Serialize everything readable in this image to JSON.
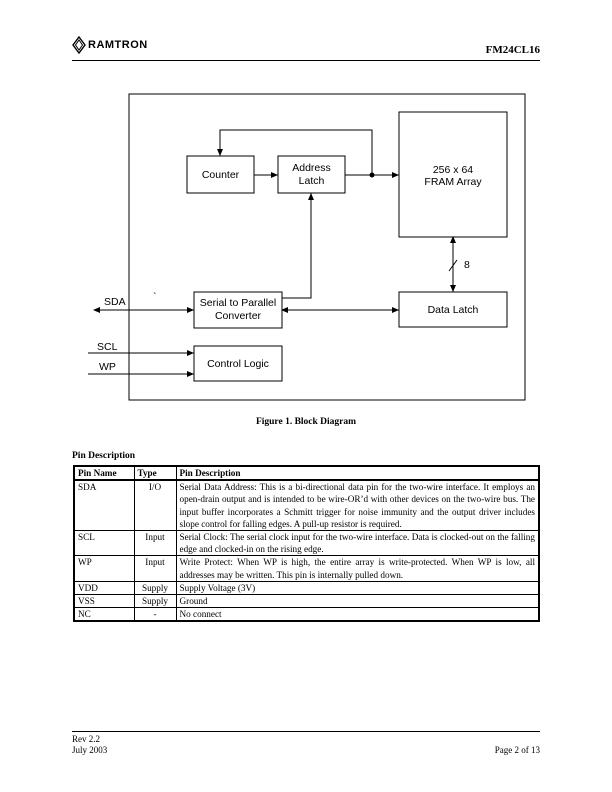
{
  "header": {
    "logo_text": "RAMTRON",
    "part_number": "FM24CL16"
  },
  "diagram": {
    "blocks": {
      "counter": "Counter",
      "address_latch_line1": "Address",
      "address_latch_line2": "Latch",
      "fram_line1": "256 x 64",
      "fram_line2": "FRAM Array",
      "s2p_line1": "Serial to Parallel",
      "s2p_line2": "Converter",
      "data_latch": "Data Latch",
      "control_logic": "Control Logic"
    },
    "signals": {
      "sda": "SDA",
      "scl": "SCL",
      "wp": "WP",
      "bus_width": "8",
      "stray_mark": "`"
    }
  },
  "figure_caption": "Figure 1. Block Diagram",
  "pin_section": {
    "heading": "Pin Description",
    "columns": [
      "Pin Name",
      "Type",
      "Pin Description"
    ],
    "rows": [
      {
        "name": "SDA",
        "type": "I/O",
        "desc": "Serial Data Address: This is a bi-directional data pin for the two-wire interface. It employs an open-drain output and is intended to be wire-OR’d with other devices on the two-wire bus. The input buffer incorporates a Schmitt trigger for noise immunity and the output driver includes slope control for falling edges. A pull-up resistor is required."
      },
      {
        "name": "SCL",
        "type": "Input",
        "desc": "Serial Clock: The serial clock input for the two-wire interface. Data is clocked-out on the falling edge and clocked-in on the rising edge."
      },
      {
        "name": "WP",
        "type": "Input",
        "desc": "Write Protect: When WP is high, the entire array is write-protected. When WP is low, all addresses may be written. This pin is internally pulled down."
      },
      {
        "name": "VDD",
        "type": "Supply",
        "desc": "Supply Voltage (3V)"
      },
      {
        "name": "VSS",
        "type": "Supply",
        "desc": "Ground"
      },
      {
        "name": "NC",
        "type": "-",
        "desc": "No connect"
      }
    ]
  },
  "footer": {
    "rev": "Rev 2.2",
    "date": "July 2003",
    "page": "Page 2 of 13"
  }
}
